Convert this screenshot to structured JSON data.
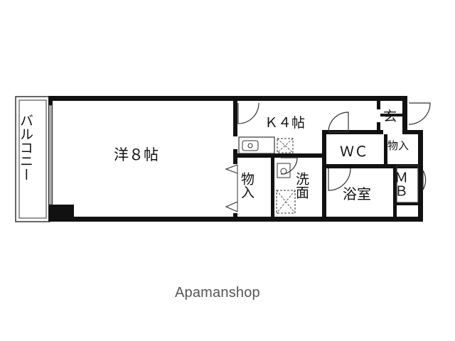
{
  "rooms": {
    "western": "洋８帖",
    "kitchen": "Ｋ４帖",
    "balcony": "バルコニー",
    "wc": "ＷＣ",
    "bath": "浴室",
    "entrance": "玄",
    "storage_entry": "物入",
    "storage_mid": "物入",
    "washroom": "洗面",
    "mb": "ＭＢ"
  },
  "brand": "Apamanshop",
  "colors": {
    "wall": "#111111",
    "line": "#333333",
    "background": "#ffffff"
  }
}
